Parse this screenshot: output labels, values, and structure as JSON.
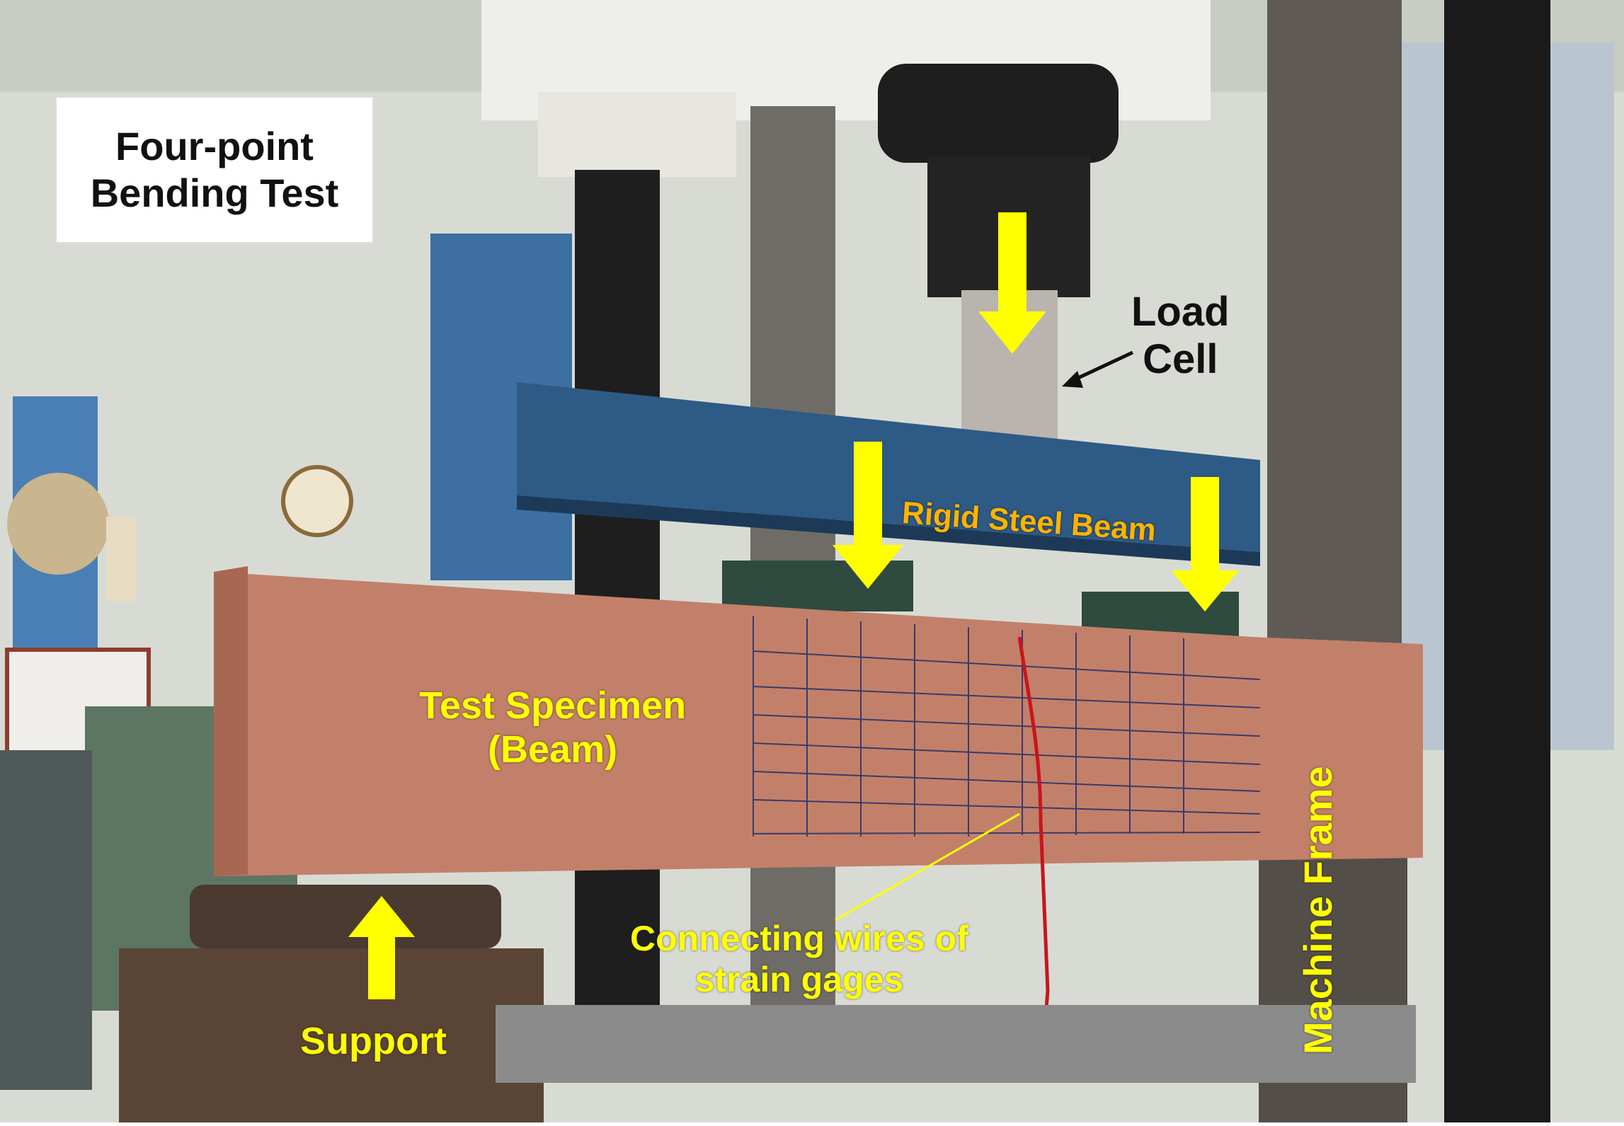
{
  "title": {
    "line1": "Four-point",
    "line2": "Bending Test"
  },
  "labels": {
    "load_cell": {
      "line1": "Load",
      "line2": "Cell"
    },
    "rigid_steel_beam": "Rigid Steel Beam",
    "test_specimen": {
      "line1": "Test Specimen",
      "line2": "(Beam)"
    },
    "connecting_wires": {
      "line1": "Connecting wires of",
      "line2": "strain gages"
    },
    "support": "Support",
    "machine_frame": "Machine Frame"
  },
  "colors": {
    "arrow": "#ffff00",
    "label_yellow": "#ffff00",
    "label_orange": "#ffb300",
    "specimen": "#c2806a",
    "steel_beam": "#2e5a86"
  }
}
